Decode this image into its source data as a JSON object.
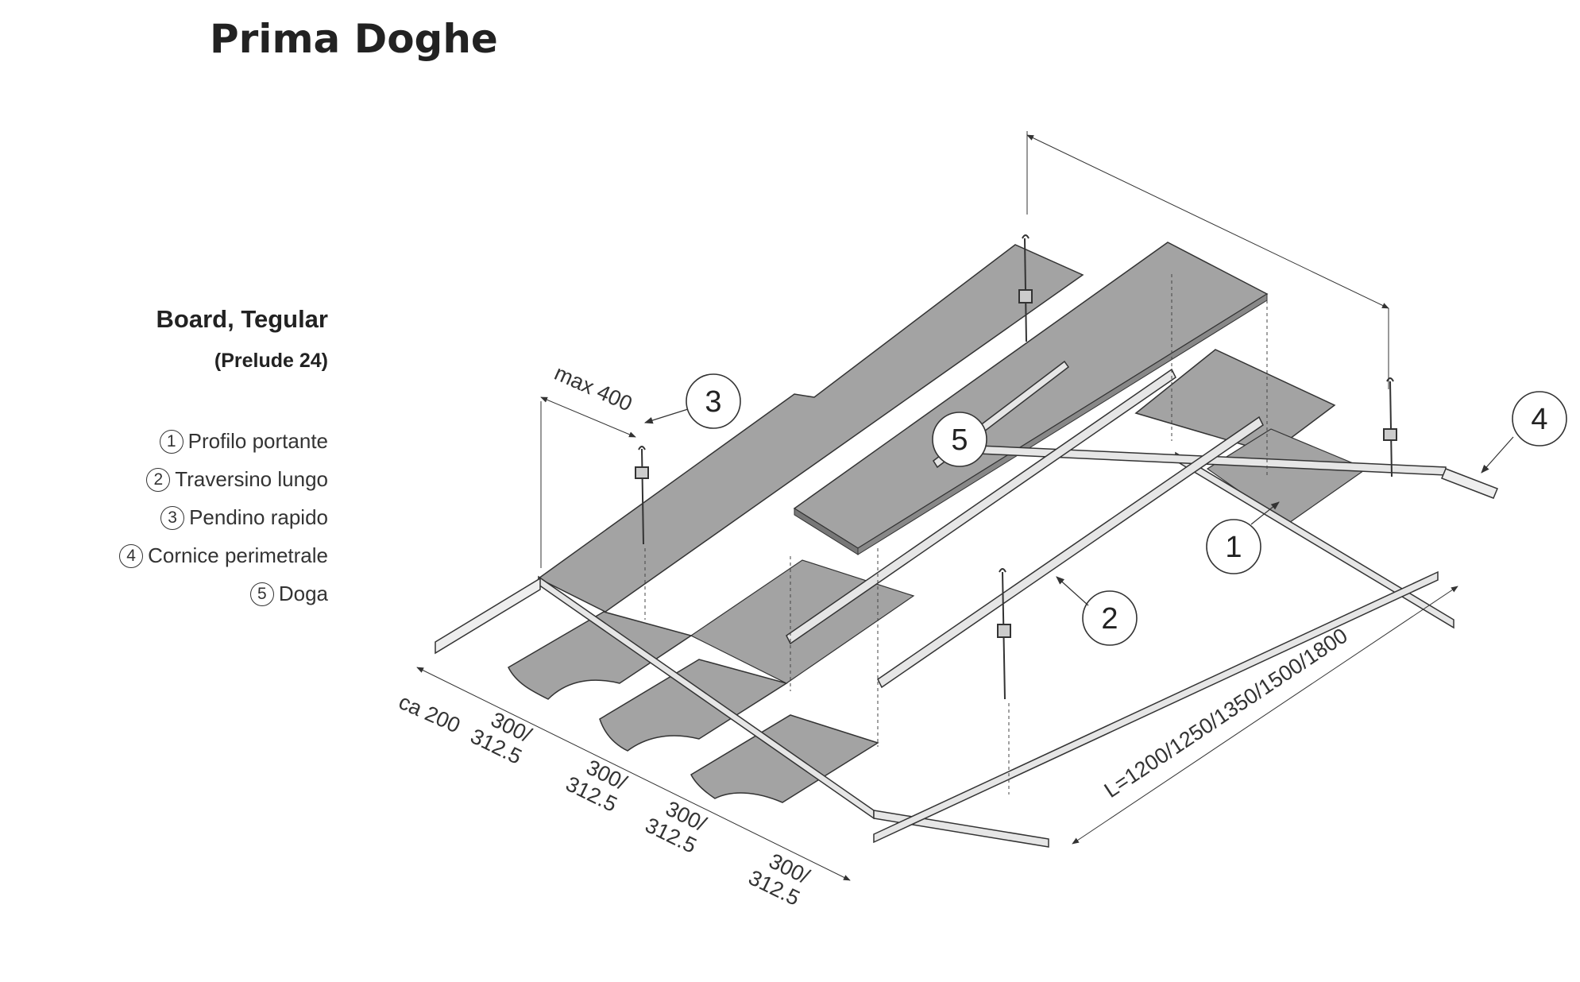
{
  "title": "Prima Doghe",
  "subtitle": "Board, Tegular",
  "subsubtitle": "(Prelude 24)",
  "legend": [
    {
      "num": "1",
      "label": "Profilo portante"
    },
    {
      "num": "2",
      "label": "Traversino lungo"
    },
    {
      "num": "3",
      "label": "Pendino rapido"
    },
    {
      "num": "4",
      "label": "Cornice perimetrale"
    },
    {
      "num": "5",
      "label": "Doga"
    }
  ],
  "callouts": [
    "1",
    "2",
    "3",
    "4",
    "5"
  ],
  "dimensions": {
    "hanger_spacing": "max 400",
    "edge": "ca 200",
    "module_top": "300/",
    "module_bottom": "312.5",
    "length": "L=1200/1250/1350/1500/1800"
  }
}
